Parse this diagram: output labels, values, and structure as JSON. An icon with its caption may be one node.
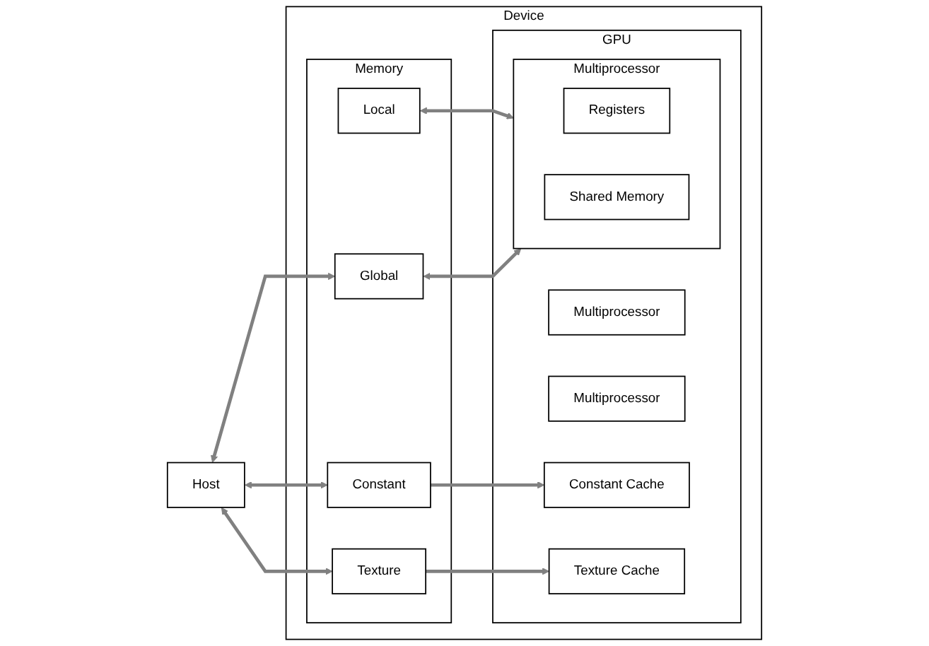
{
  "diagram": {
    "nodes": [
      {
        "text": [
          "Device"
        ]
      },
      {
        "text": [
          "Host"
        ]
      },
      {
        "text": [
          "Memory"
        ],
        "in": 0
      },
      {
        "text": [
          "Local"
        ],
        "in": 2
      },
      {
        "text": [
          "Global"
        ],
        "in": 2
      },
      {
        "text": [
          "Constant"
        ],
        "in": 2
      },
      {
        "text": [
          "Texture"
        ],
        "in": 2
      },
      {
        "text": [
          "GPU"
        ],
        "in": 0
      },
      {
        "text": [
          "Multiprocessor"
        ],
        "in": 7
      },
      {
        "text": [
          "Registers"
        ],
        "in": 8
      },
      {
        "text": [
          "Shared Memory"
        ],
        "in": 8
      },
      {
        "text": [
          "Multiprocessor"
        ],
        "in": 7
      },
      {
        "text": [
          "Multiprocessor"
        ],
        "in": 7
      },
      {
        "text": [
          "Constant Cache"
        ],
        "in": 7
      },
      {
        "text": [
          "Texture Cache"
        ],
        "in": 7
      }
    ],
    "edges": [
      {
        "from": 1,
        "to": 4,
        "arrow": "both"
      },
      {
        "from": 1,
        "to": 5,
        "arrow": "both"
      },
      {
        "from": 1,
        "to": 6,
        "arrow": "both"
      },
      {
        "from": 3,
        "to": 8,
        "arrow": "both"
      },
      {
        "from": 4,
        "to": 8,
        "arrow": "both"
      },
      {
        "from": 5,
        "to": 13,
        "arrow": "to"
      },
      {
        "from": 6,
        "to": 14,
        "arrow": "to"
      }
    ]
  }
}
